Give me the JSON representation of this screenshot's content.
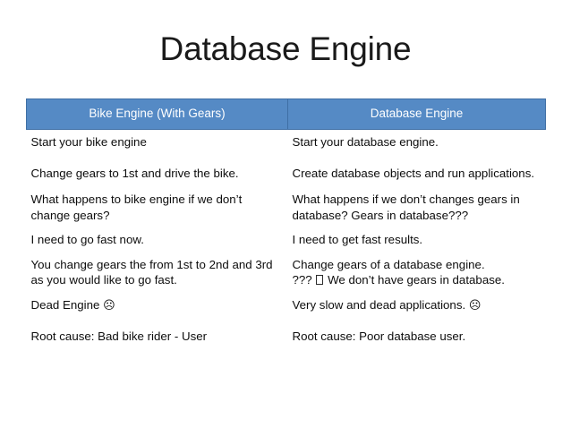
{
  "slide": {
    "title": "Database Engine"
  },
  "table": {
    "headers": [
      "Bike Engine (With Gears)",
      "Database Engine"
    ],
    "rows": [
      {
        "left": "Start your bike engine",
        "right": "Start your database engine."
      },
      {
        "left": "Change gears to 1st and drive the bike.",
        "right": "Create database objects and run applications."
      },
      {
        "left": "What happens to bike engine if we don’t change gears?",
        "right": "What happens if we don’t changes gears in database? Gears in database???"
      },
      {
        "left": "I need to go fast now.",
        "right": "I need to get fast results."
      },
      {
        "left": "You change gears the from 1st to 2nd and 3rd as you would like to go fast.",
        "right_line1": "Change gears of a database engine.",
        "right_line2_before": "??? ",
        "right_line2_after": " We don’t have gears in database."
      },
      {
        "left_before": "Dead Engine ",
        "left_glyph": "☹",
        "right_before": "Very slow and dead applications. ",
        "right_glyph": "☹"
      },
      {
        "left": "Root cause: Bad bike rider - User",
        "right": "Root cause: Poor database user."
      }
    ]
  },
  "colors": {
    "header_background": "#558ac5",
    "header_border": "#3f6fa5",
    "header_text": "#ffffff",
    "body_text": "#0d0d0d",
    "slide_background": "#ffffff"
  }
}
